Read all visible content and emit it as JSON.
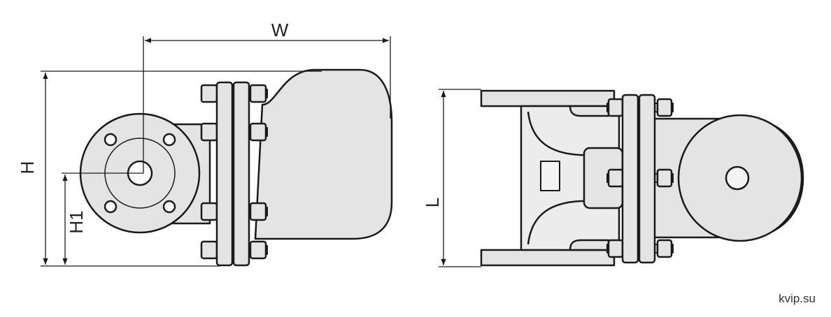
{
  "dimensions": {
    "width_label": "W",
    "height_label": "H",
    "axis_height_label": "H1",
    "length_label": "L"
  },
  "watermark": "kvip.su",
  "colors": {
    "line": "#1a1a1a",
    "fill": "#e4e4e4",
    "fill_light": "#ececec",
    "background": "#ffffff"
  }
}
